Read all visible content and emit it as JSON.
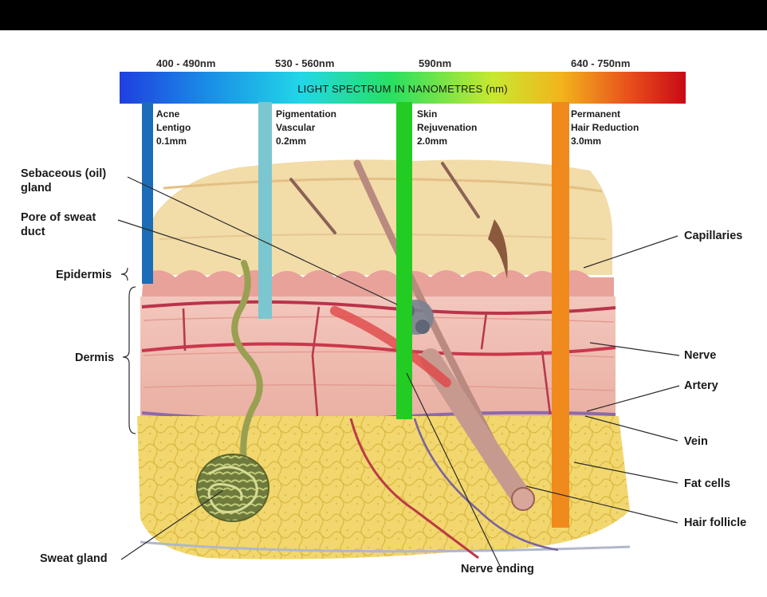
{
  "spectrum": {
    "title": "LIGHT SPECTRUM IN NANOMETRES (nm)",
    "wavelengths": [
      {
        "label": "400 - 490nm",
        "color": "#1b6db8"
      },
      {
        "label": "530 - 560nm",
        "color": "#7cc6cf"
      },
      {
        "label": "590nm",
        "color": "#22cc22"
      },
      {
        "label": "640 - 750nm",
        "color": "#f08a1c"
      }
    ],
    "bands": [
      {
        "text": "Acne\nLentigo\n0.1mm"
      },
      {
        "text": "Pigmentation\nVascular\n0.2mm"
      },
      {
        "text": "Skin\nRejuvenation\n2.0mm"
      },
      {
        "text": "Permanent\nHair Reduction\n3.0mm"
      }
    ]
  },
  "labels": {
    "left": {
      "sebaceous": "Sebaceous (oil)\ngland",
      "pore": "Pore of sweat\nduct",
      "epidermis": "Epidermis",
      "dermis": "Dermis",
      "sweat_gland": "Sweat gland"
    },
    "right": {
      "capillaries": "Capillaries",
      "nerve": "Nerve",
      "artery": "Artery",
      "vein": "Vein",
      "fat_cells": "Fat cells",
      "hair_follicle": "Hair follicle"
    },
    "bottom": {
      "nerve_ending": "Nerve ending"
    }
  }
}
